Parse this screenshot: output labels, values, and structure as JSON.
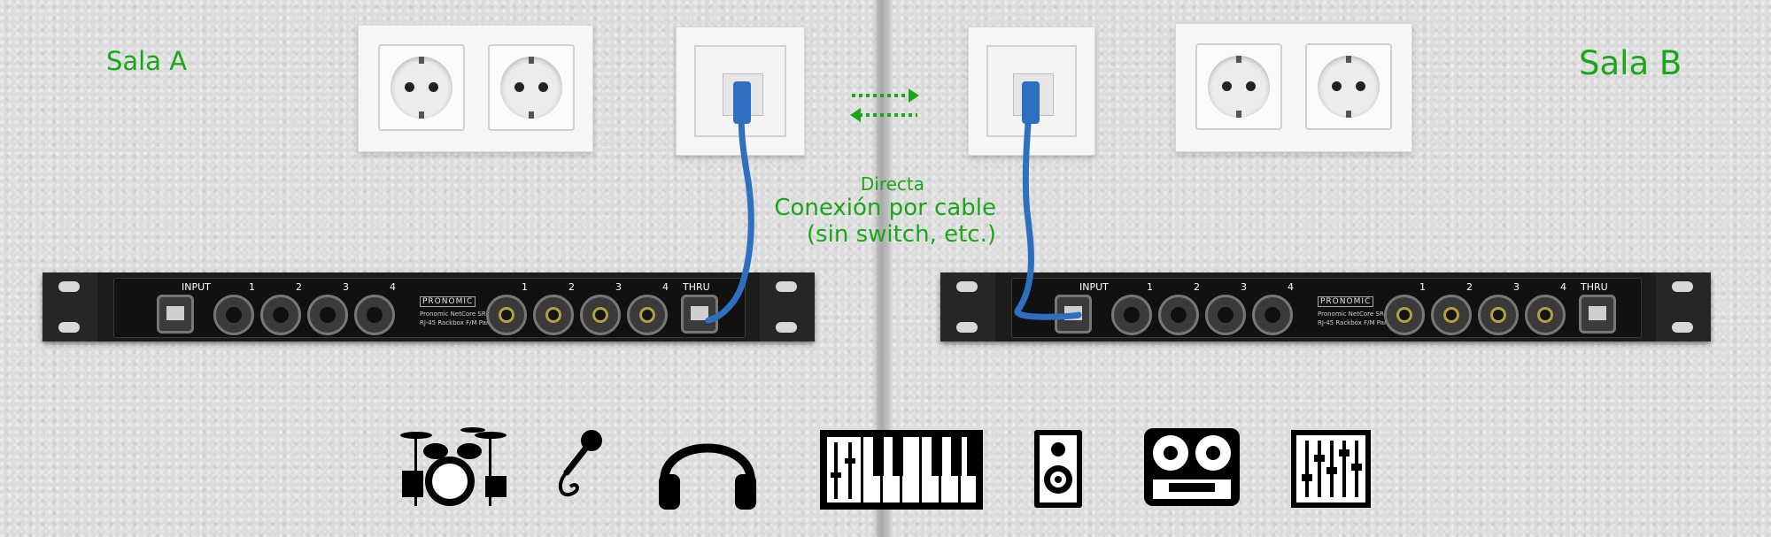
{
  "rooms": {
    "a": "Sala A",
    "b": "Sala B"
  },
  "annotation": {
    "line1": "Directa",
    "line2": "Conexión por cable",
    "line3": "(sin switch, etc.)"
  },
  "device": {
    "brand": "PRONOMIC",
    "model_line1": "Pronomic NetCore SR-2FM",
    "model_line2": "RJ-45 Rackbox F/M Parallel",
    "input_label": "INPUT",
    "thru_label": "THRU",
    "channels": [
      "1",
      "2",
      "3",
      "4"
    ]
  },
  "colors": {
    "label_green": "#1aa61a",
    "cable_blue": "#2f6fc0"
  },
  "icons": [
    "drum-kit-icon",
    "microphone-icon",
    "headphones-icon",
    "keyboard-icon",
    "speaker-icon",
    "tape-recorder-icon",
    "mixer-icon"
  ]
}
